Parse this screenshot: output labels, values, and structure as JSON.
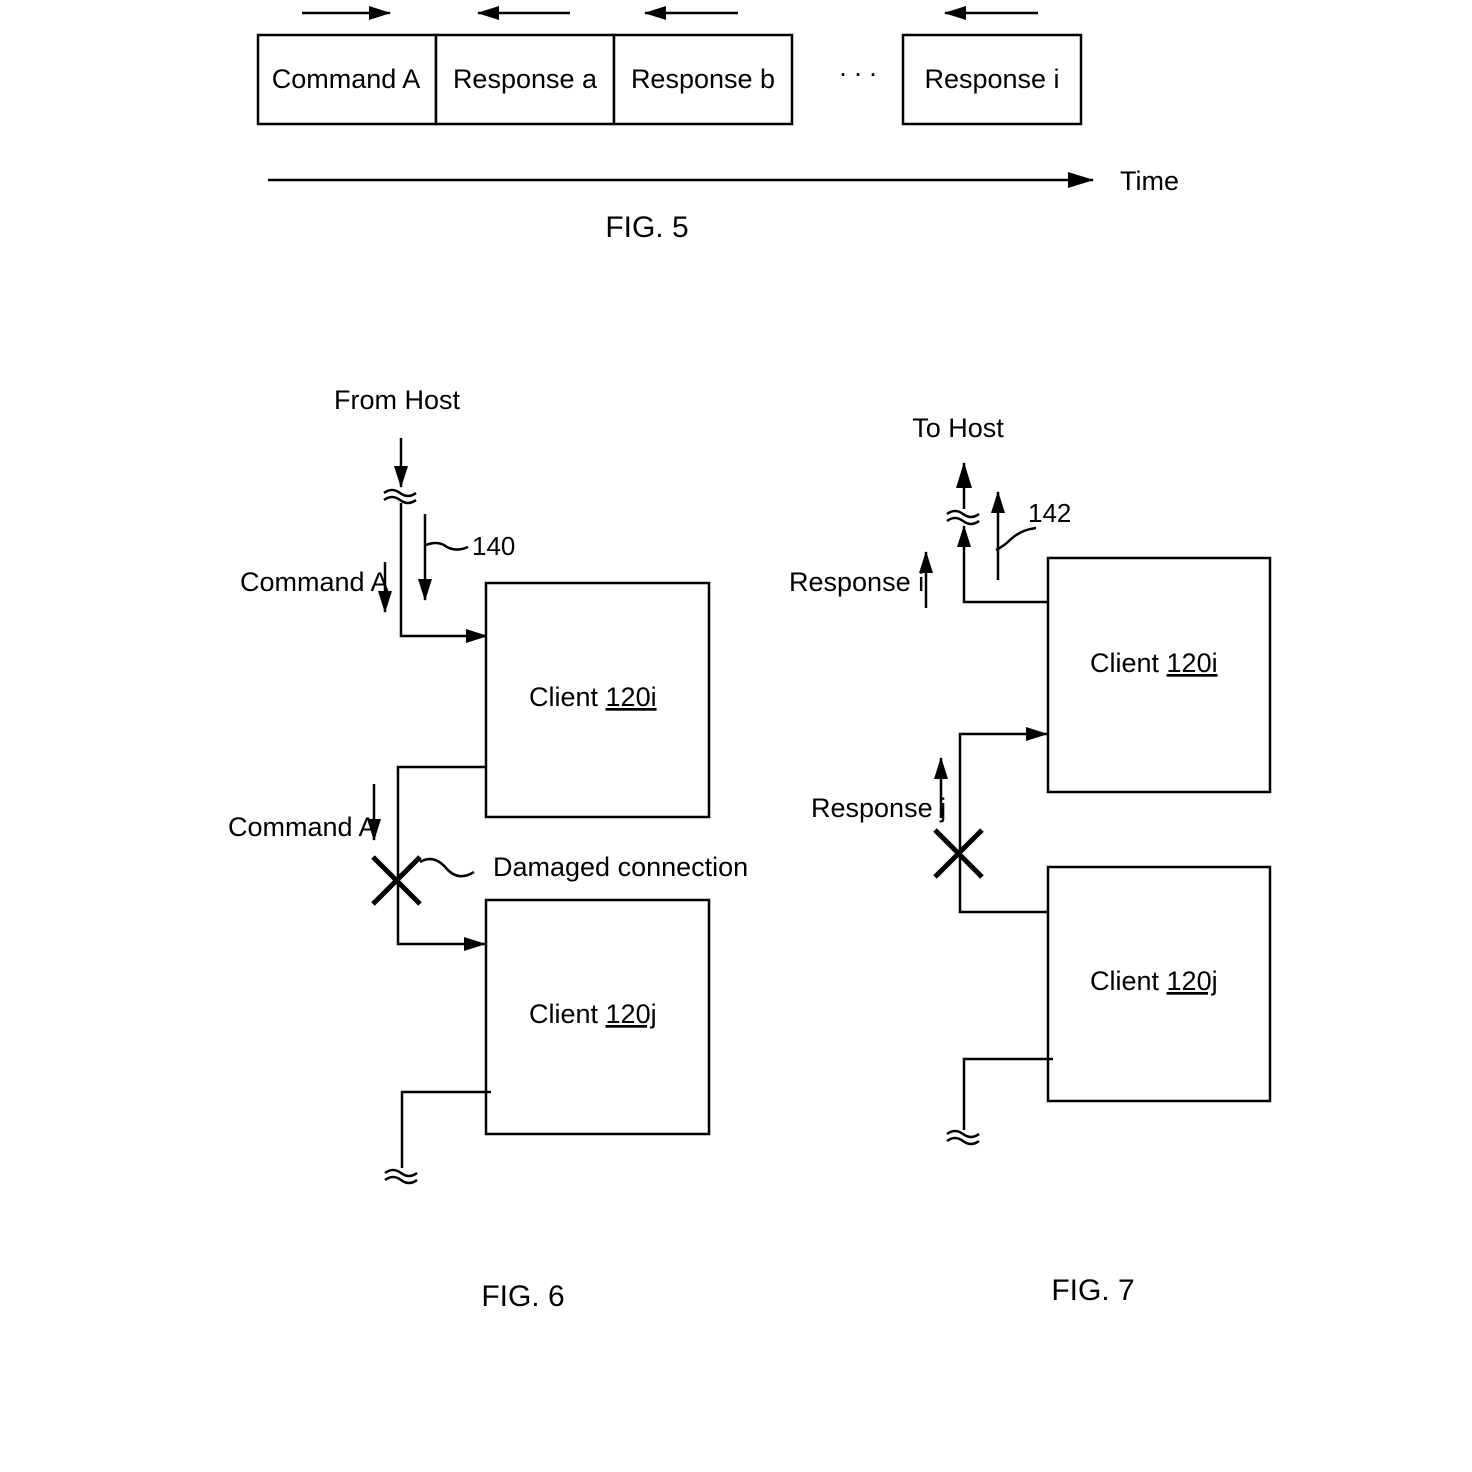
{
  "fig5": {
    "cells": [
      "Command A",
      "Response a",
      "Response b",
      "Response i"
    ],
    "ellipsis": ". . .",
    "time_label": "Time",
    "caption": "FIG. 5"
  },
  "fig6": {
    "from_host": "From Host",
    "ref_140": "140",
    "command_a_top": "Command A",
    "command_a_mid": "Command A",
    "damaged": "Damaged connection",
    "client_i_prefix": "Client ",
    "client_i_ref": "120i",
    "client_j_prefix": "Client ",
    "client_j_ref": "120j",
    "caption": "FIG. 6"
  },
  "fig7": {
    "to_host": "To Host",
    "ref_142": "142",
    "response_i": "Response i",
    "response_j": "Response j",
    "client_i_prefix": "Client ",
    "client_i_ref": "120i",
    "client_j_prefix": "Client ",
    "client_j_ref": "120j",
    "caption": "FIG. 7"
  }
}
